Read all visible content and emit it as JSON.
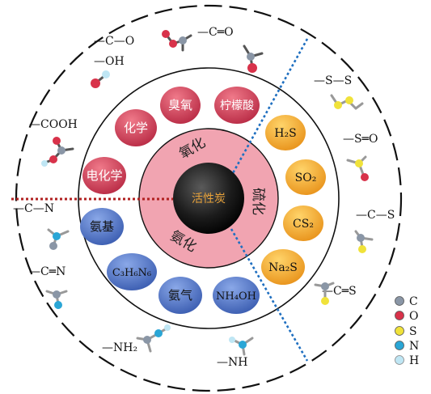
{
  "core": {
    "label": "活性炭",
    "color": "#1c1c1c",
    "label_color": "#e8a23a"
  },
  "inner_ring": {
    "color": "#f1a4b1",
    "labels": {
      "oxidation": "氧化",
      "sulfuration": "硫化",
      "ammoniation": "氨化"
    }
  },
  "oxidation_agents": [
    {
      "label": "臭氧",
      "color": "#c83a52"
    },
    {
      "label": "柠檬酸",
      "color": "#c83a52"
    },
    {
      "label": "化学",
      "color": "#c83a52"
    },
    {
      "label": "电化学",
      "color": "#c83a52"
    }
  ],
  "sulfur_agents": [
    {
      "label": "H₂S",
      "color": "#f3a82a"
    },
    {
      "label": "SO₂",
      "color": "#f3a82a"
    },
    {
      "label": "CS₂",
      "color": "#f3a82a"
    },
    {
      "label": "Na₂S",
      "color": "#f3a82a"
    }
  ],
  "nitrogen_agents": [
    {
      "label": "氨基",
      "color": "#4f72c4"
    },
    {
      "label": "C₃H₆N₆",
      "color": "#4f72c4"
    },
    {
      "label": "氨气",
      "color": "#4f72c4"
    },
    {
      "label": "NH₄OH",
      "color": "#4f72c4"
    }
  ],
  "functional_groups": {
    "oxygen": [
      "—C—O",
      "—C═O",
      "—OH",
      "—COOH"
    ],
    "sulfur": [
      "—S—S",
      "—S═O",
      "—C—S",
      "—C═S"
    ],
    "nitrogen": [
      "—C—N",
      "—C═N",
      "—NH₂",
      "—NH"
    ]
  },
  "legend": [
    {
      "symbol": "C",
      "color": "#8a96a6"
    },
    {
      "symbol": "O",
      "color": "#d8324a"
    },
    {
      "symbol": "S",
      "color": "#f0e23a"
    },
    {
      "symbol": "N",
      "color": "#2aa6d6"
    },
    {
      "symbol": "H",
      "color": "#bfe6f4"
    }
  ],
  "divider_colors": {
    "oxygen_nitrogen": "#b02020",
    "sulfur": "#1f6fc0"
  }
}
